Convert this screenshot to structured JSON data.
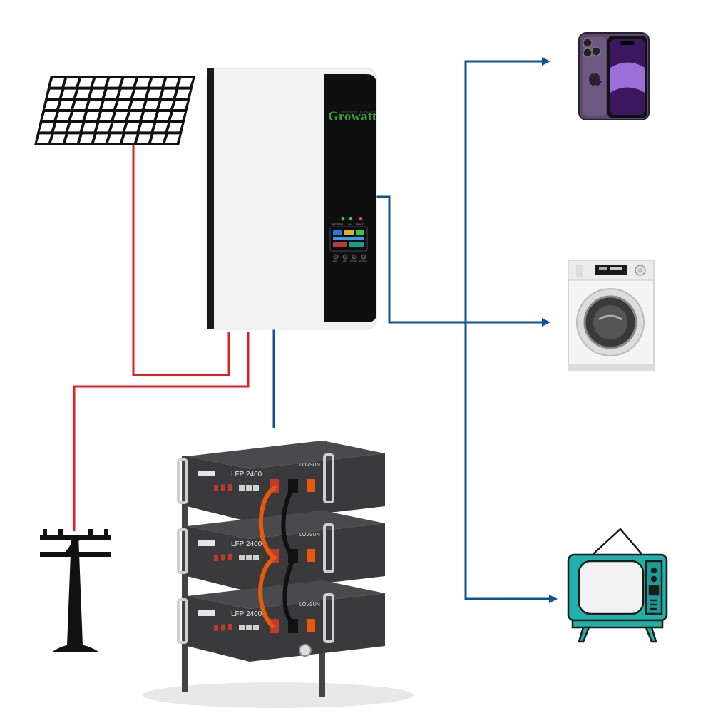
{
  "inverter": {
    "brand": "Growatt",
    "brand_tagline": "NEW ENERGY TECHNOLOGY",
    "panel_labels": [
      "BAT/GRID",
      "INV",
      "FAULT"
    ],
    "button_labels": [
      "ESC",
      "UP",
      "DOWN",
      "ENTER"
    ]
  },
  "battery": {
    "model": "LFP 2400",
    "brand": "LOVSUN",
    "module_count": 3
  },
  "colors": {
    "dc_wire": "#e02020",
    "ac_wire": "#0b5394",
    "inverter_body": "#f2f2f2",
    "inverter_panel": "#111111",
    "battery_body": "#3a3a3d",
    "cable_orange": "#e8590c"
  },
  "icons": {
    "solar": "solar-panel-icon",
    "grid": "utility-pole-icon",
    "inverter": "inverter-icon",
    "battery": "battery-stack-icon",
    "phone": "smartphone-icon",
    "washer": "washing-machine-icon",
    "tv": "television-icon"
  },
  "loads": [
    "smartphone",
    "washing-machine",
    "television"
  ]
}
